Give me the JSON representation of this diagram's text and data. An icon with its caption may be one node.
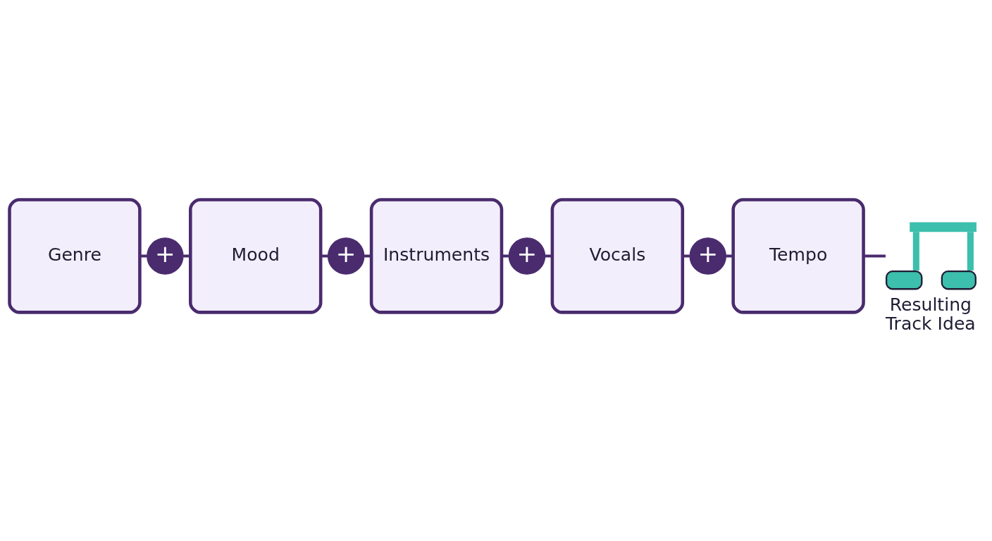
{
  "diagram": {
    "nodes": [
      {
        "text": [
          "Genre"
        ]
      },
      {
        "text": [
          "+"
        ]
      },
      {
        "text": [
          "Mood"
        ]
      },
      {
        "text": [
          "+"
        ]
      },
      {
        "text": [
          "Instruments"
        ]
      },
      {
        "text": [
          "+"
        ]
      },
      {
        "text": [
          "Vocals"
        ]
      },
      {
        "text": [
          "+"
        ]
      },
      {
        "text": [
          "Tempo"
        ]
      },
      {
        "text": [],
        "shape": "picture",
        "beside": [
          "Resulting Track Idea"
        ]
      }
    ],
    "edges": [
      {
        "from": 0,
        "to": 1,
        "arrow": "none"
      },
      {
        "from": 1,
        "to": 2,
        "arrow": "none"
      },
      {
        "from": 2,
        "to": 3,
        "arrow": "none"
      },
      {
        "from": 3,
        "to": 4,
        "arrow": "none"
      },
      {
        "from": 4,
        "to": 5,
        "arrow": "none"
      },
      {
        "from": 5,
        "to": 6,
        "arrow": "none"
      },
      {
        "from": 6,
        "to": 7,
        "arrow": "none"
      },
      {
        "from": 7,
        "to": 8,
        "arrow": "none"
      },
      {
        "from": 8,
        "to": 9,
        "arrow": "none"
      }
    ]
  }
}
